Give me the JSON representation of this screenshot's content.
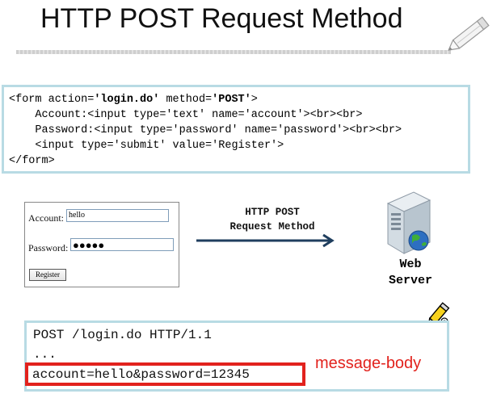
{
  "title": "HTTP POST Request Method",
  "code": {
    "line1_pre": "<form action=",
    "line1_action": "'login.do'",
    "line1_mid": " method=",
    "line1_method": "'POST'",
    "line1_end": ">",
    "line2": "    Account:<input type='text' name='account'><br><br>",
    "line3": "    Password:<input type='password' name='password'><br><br>",
    "line4": "    <input type='submit' value='Register'>",
    "line5": "</form>"
  },
  "form_preview": {
    "account_label": "Account:",
    "account_value": "hello",
    "password_label": "Password:",
    "password_dots": "●●●●●",
    "register_label": "Register"
  },
  "arrow": {
    "line1": "HTTP POST",
    "line2": "Request Method"
  },
  "server": {
    "line1": "Web",
    "line2": "Server"
  },
  "request": {
    "line1": "POST /login.do HTTP/1.1",
    "line2": "...",
    "body": "account=hello&password=12345",
    "body_caption": "message-body"
  },
  "colors": {
    "box_border": "#b8dbe4",
    "highlight": "#e2221d",
    "arrow": "#1f3e5e"
  },
  "icons": [
    "pencil-icon",
    "server-icon",
    "globe-icon",
    "small-pencil-icon"
  ]
}
